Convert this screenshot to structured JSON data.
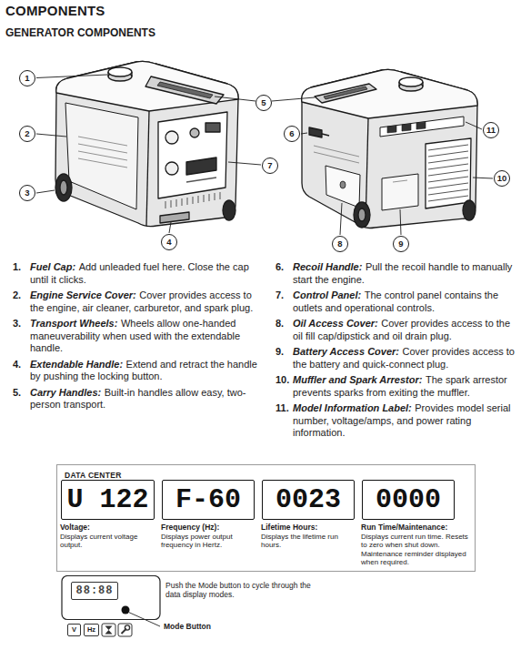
{
  "diagram": {
    "title": "COMPONENTS",
    "nodes": [
      {
        "text": [
          "1"
        ]
      },
      {
        "text": [
          "2"
        ]
      },
      {
        "text": [
          "3"
        ]
      },
      {
        "text": [
          "4"
        ]
      },
      {
        "text": [
          "5"
        ]
      },
      {
        "text": [
          "6"
        ]
      },
      {
        "text": [
          "7"
        ]
      },
      {
        "text": [
          "8"
        ]
      },
      {
        "text": [
          "9"
        ]
      },
      {
        "text": [
          "10"
        ]
      },
      {
        "text": [
          "11"
        ]
      },
      {
        "text": [
          "DATA CENTER"
        ]
      },
      {
        "text": [
          "U 122"
        ],
        "in": 11
      },
      {
        "text": [
          "F-60"
        ],
        "in": 11
      },
      {
        "text": [
          "0023"
        ],
        "in": 11
      },
      {
        "text": [
          "0000"
        ],
        "in": 11
      },
      {
        "text": [
          "88:88"
        ]
      },
      {
        "text": [
          "V"
        ]
      },
      {
        "text": [
          "Hz"
        ]
      }
    ],
    "labels": [
      "GENERATOR COMPONENTS",
      "1.",
      "Fuel Cap:",
      "Add unleaded fuel here. Close the cap until it clicks.",
      "2.",
      "Engine Service Cover:",
      "Cover provides access to the engine, air cleaner, carburetor, and spark plug.",
      "3.",
      "Transport Wheels:",
      "Wheels allow one-handed maneuverability when used with the extendable handle.",
      "4.",
      "Extendable Handle:",
      "Extend and retract the handle by pushing the locking button.",
      "5.",
      "Carry Handles:",
      "Built-in handles allow easy, two-person transport.",
      "6.",
      "Recoil Handle:",
      "Pull the recoil handle to manually start the engine.",
      "7.",
      "Control Panel:",
      "The control panel contains the outlets and operational controls.",
      "8.",
      "Oil Access Cover:",
      "Cover provides access to the oil fill cap/dipstick and oil drain plug.",
      "9.",
      "Battery Access Cover:",
      "Cover provides access to the battery and quick-connect plug.",
      "10.",
      "Muffler and Spark Arrestor:",
      "The spark arrestor prevents sparks from exiting the muffler.",
      "11.",
      "Model Information Label:",
      "Provides model serial number, voltage/amps, and power rating information.",
      "Voltage:",
      "Displays current voltage output.",
      "Frequency (Hz):",
      "Displays power output frequency in Hertz.",
      "Lifetime Hours:",
      "Displays the lifetime run hours.",
      "Run Time/Maintenance:",
      "Displays current run time. Resets to zero when shut down. Maintenance reminder displayed when required.",
      "Push the Mode button to cycle through the data display modes.",
      "Mode Button"
    ]
  }
}
